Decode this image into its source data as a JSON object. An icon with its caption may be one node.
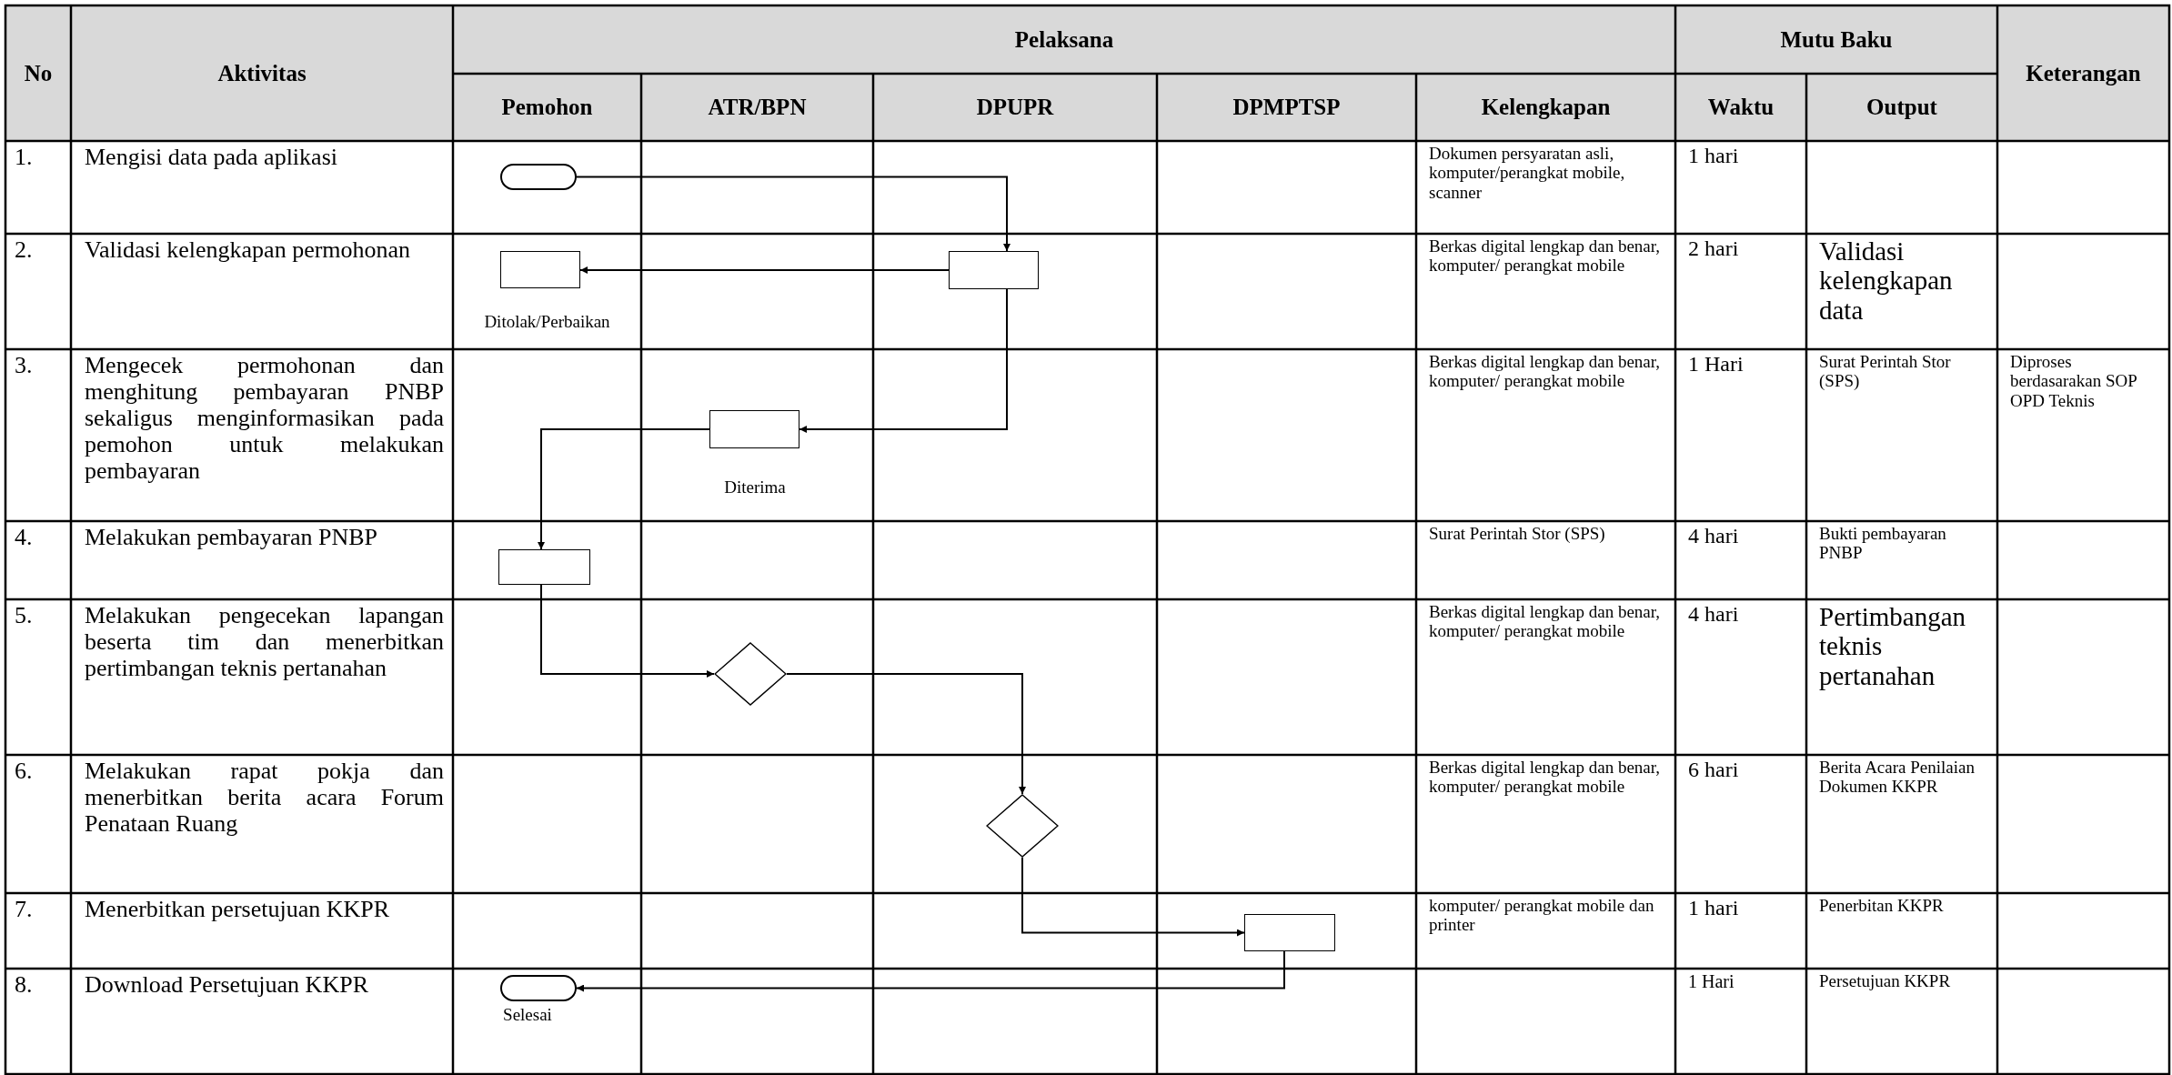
{
  "diagram": {
    "nodes": [
      {
        "text": [],
        "shape": "terminator"
      },
      {
        "text": [],
        "shape": "box",
        "beside": [
          "Ditolak/Perbaikan"
        ]
      },
      {
        "text": [],
        "shape": "box"
      },
      {
        "text": [],
        "shape": "box",
        "beside": [
          "Diterima"
        ]
      },
      {
        "text": [],
        "shape": "box"
      },
      {
        "text": [],
        "shape": "diamond"
      },
      {
        "text": [],
        "shape": "diamond"
      },
      {
        "text": [],
        "shape": "box"
      },
      {
        "text": [],
        "shape": "terminator",
        "beside": [
          "Selesai"
        ]
      }
    ],
    "edges": [
      {
        "from": 0,
        "to": 2,
        "arrow": "to"
      },
      {
        "from": 2,
        "to": 1,
        "arrow": "to"
      },
      {
        "from": 2,
        "to": 3,
        "arrow": "to"
      },
      {
        "from": 3,
        "to": 4,
        "arrow": "to"
      },
      {
        "from": 4,
        "to": 5,
        "arrow": "to"
      },
      {
        "from": 5,
        "to": 6,
        "arrow": "to"
      },
      {
        "from": 6,
        "to": 7,
        "arrow": "to"
      },
      {
        "from": 7,
        "to": 8,
        "arrow": "to"
      }
    ],
    "labels": [
      "No",
      "Aktivitas",
      "Pelaksana",
      "Mutu Baku",
      "Keterangan",
      "Pemohon",
      "ATR/BPN",
      "DPUPR",
      "DPMPTSP",
      "Kelengkapan",
      "Waktu",
      "Output",
      "1.",
      "Mengisi data pada aplikasi",
      "Dokumen persyaratan asli, komputer/perangkat mobile, scanner",
      "1 hari",
      "2.",
      "Validasi kelengkapan permohonan",
      "Berkas digital lengkap dan benar, komputer/ perangkat mobile",
      "2 hari",
      "Validasi kelengkapan data",
      "3.",
      "Mengecek permohonan dan menghitung pembayaran PNBP sekaligus menginformasikan pada pemohon untuk melakukan pembayaran",
      "Berkas digital lengkap dan benar, komputer/ perangkat mobile",
      "1 Hari",
      "Surat Perintah Stor (SPS)",
      "Diproses berdasarakan SOP OPD Teknis",
      "4.",
      "Melakukan pembayaran PNBP",
      "Surat Perintah Stor (SPS)",
      "4 hari",
      "Bukti pembayaran PNBP",
      "5.",
      "Melakukan pengecekan lapangan beserta tim dan menerbitkan pertimbangan teknis pertanahan",
      "Berkas digital lengkap dan benar, komputer/ perangkat mobile",
      "4 hari",
      "Pertimbangan teknis pertanahan",
      "6.",
      "Melakukan rapat pokja dan menerbitkan berita acara Forum Penataan Ruang",
      "Berkas digital lengkap dan benar, komputer/ perangkat mobile",
      "6 hari",
      "Berita Acara Penilaian Dokumen KKPR",
      "7.",
      "Menerbitkan persetujuan KKPR",
      "komputer/ perangkat mobile dan printer",
      "1 hari",
      "Penerbitan KKPR",
      "8.",
      "Download Persetujuan KKPR",
      "1 Hari",
      "Persetujuan KKPR"
    ]
  }
}
